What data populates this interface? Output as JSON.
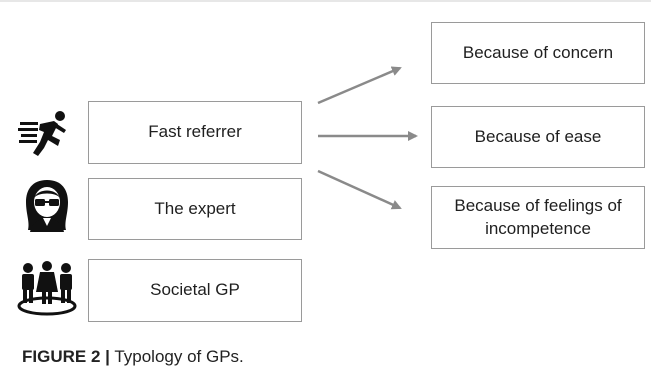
{
  "typologies": [
    {
      "label": "Fast referrer",
      "icon": "running-person-icon"
    },
    {
      "label": "The expert",
      "icon": "woman-with-glasses-icon"
    },
    {
      "label": "Societal GP",
      "icon": "people-group-icon"
    }
  ],
  "reasons": [
    {
      "label": "Because of concern"
    },
    {
      "label": "Because of ease"
    },
    {
      "label": "Because of feelings of incompetence"
    }
  ],
  "caption": {
    "label": "FIGURE 2",
    "separator": "|",
    "text": "Typology of GPs."
  },
  "colors": {
    "border": "#9a9a9a",
    "arrow": "#8a8a8a",
    "icon": "#111111"
  }
}
